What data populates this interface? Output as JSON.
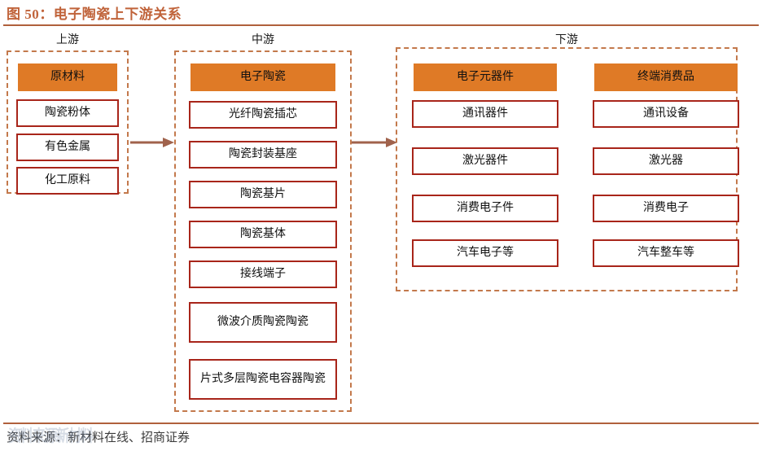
{
  "figure": {
    "title": "图 50：电子陶瓷上下游关系",
    "source_note": "资料来源：新材料在线、招商证券",
    "watermark": "资料来源新材料"
  },
  "colors": {
    "title": "#c0633a",
    "rule": "#b0603c",
    "header_fill": "#df7a26",
    "node_border": "#a8251a",
    "dashed_border": "#c3794c",
    "arrow": "#a0624c"
  },
  "sections": {
    "upstream": {
      "caption": "上游",
      "header": "原材料",
      "items": [
        {
          "label": "陶瓷粉体"
        },
        {
          "label": "有色金属"
        },
        {
          "label": "化工原料"
        }
      ]
    },
    "midstream": {
      "caption": "中游",
      "header": "电子陶瓷",
      "items": [
        {
          "label": "光纤陶瓷插芯"
        },
        {
          "label": "陶瓷封装基座"
        },
        {
          "label": "陶瓷基片"
        },
        {
          "label": "陶瓷基体"
        },
        {
          "label": "接线端子"
        },
        {
          "label": "微波介质陶瓷陶瓷"
        },
        {
          "label": "片式多层陶瓷电容器陶瓷"
        }
      ]
    },
    "downstream": {
      "caption": "下游",
      "columns": [
        {
          "header": "电子元器件",
          "items": [
            {
              "label": "通讯器件"
            },
            {
              "label": "激光器件"
            },
            {
              "label": "消费电子件"
            },
            {
              "label": "汽车电子等"
            }
          ]
        },
        {
          "header": "终端消费品",
          "items": [
            {
              "label": "通讯设备"
            },
            {
              "label": "激光器"
            },
            {
              "label": "消费电子"
            },
            {
              "label": "汽车整车等"
            }
          ]
        }
      ]
    }
  },
  "arrows": [
    {
      "name": "upstream-to-midstream",
      "direction": "right"
    },
    {
      "name": "midstream-to-downstream",
      "direction": "right"
    }
  ]
}
